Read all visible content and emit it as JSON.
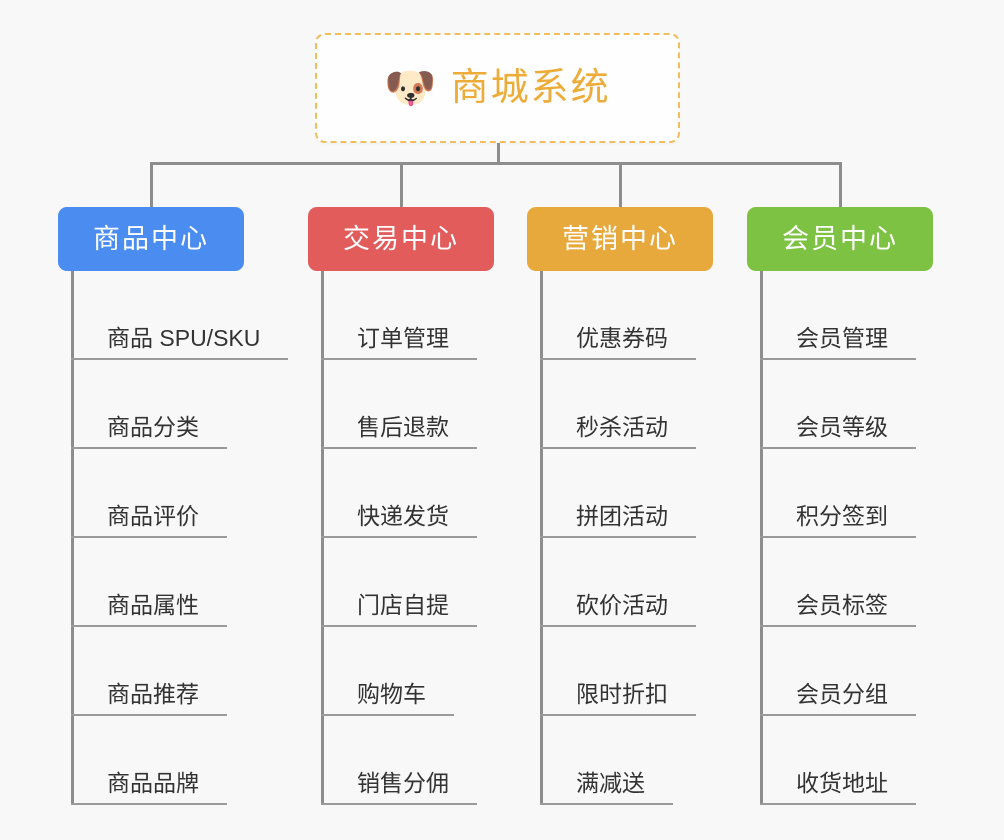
{
  "diagram": {
    "type": "mind-map",
    "background_color": "#f8f8f8",
    "connector_color": "#8d8d8d",
    "leaf_rule_color": "#9a9a9a",
    "root": {
      "title": "商城系统",
      "emoji": "🐶",
      "emoji_name": "shiba-inu-dog-face",
      "text_color": "#edab38",
      "border_color": "#f2bd5c",
      "background_color": "#fefefe"
    },
    "branches": [
      {
        "label": "商品中心",
        "color": "#4a8cf0",
        "items": [
          "商品 SPU/SKU",
          "商品分类",
          "商品评价",
          "商品属性",
          "商品推荐",
          "商品品牌"
        ]
      },
      {
        "label": "交易中心",
        "color": "#e25c5c",
        "items": [
          "订单管理",
          "售后退款",
          "快递发货",
          "门店自提",
          "购物车",
          "销售分佣"
        ]
      },
      {
        "label": "营销中心",
        "color": "#e8a93c",
        "items": [
          "优惠券码",
          "秒杀活动",
          "拼团活动",
          "砍价活动",
          "限时折扣",
          "满减送"
        ]
      },
      {
        "label": "会员中心",
        "color": "#7dc242",
        "items": [
          "会员管理",
          "会员等级",
          "积分签到",
          "会员标签",
          "会员分组",
          "收货地址"
        ]
      }
    ]
  }
}
